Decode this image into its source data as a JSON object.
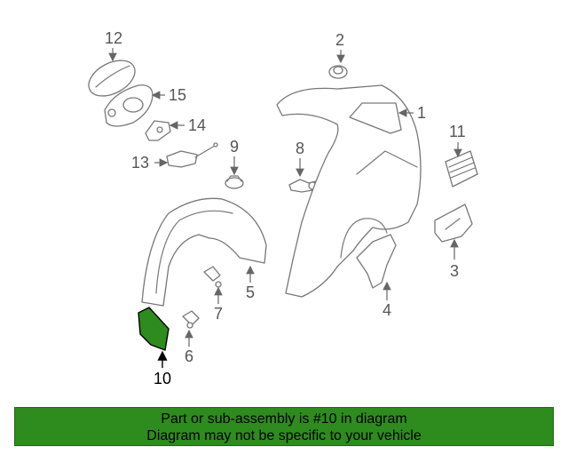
{
  "diagram": {
    "callouts": [
      {
        "id": "1",
        "label": "1"
      },
      {
        "id": "2",
        "label": "2"
      },
      {
        "id": "3",
        "label": "3"
      },
      {
        "id": "4",
        "label": "4"
      },
      {
        "id": "5",
        "label": "5"
      },
      {
        "id": "6",
        "label": "6"
      },
      {
        "id": "7",
        "label": "7"
      },
      {
        "id": "8",
        "label": "8"
      },
      {
        "id": "9",
        "label": "9"
      },
      {
        "id": "10",
        "label": "10"
      },
      {
        "id": "11",
        "label": "11"
      },
      {
        "id": "12",
        "label": "12"
      },
      {
        "id": "13",
        "label": "13"
      },
      {
        "id": "14",
        "label": "14"
      },
      {
        "id": "15",
        "label": "15"
      }
    ],
    "highlighted_part": "10",
    "highlight_color": "#2e8b1e"
  },
  "banner": {
    "line1": "Part or sub-assembly is #10 in diagram",
    "line2": "Diagram may not be specific to your vehicle",
    "background_color": "#2e8b1e"
  }
}
